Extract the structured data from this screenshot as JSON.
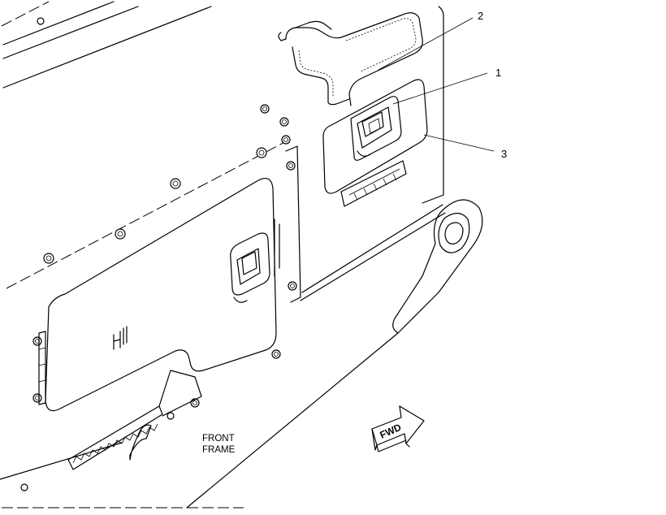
{
  "callouts": [
    {
      "number": "1"
    },
    {
      "number": "2"
    },
    {
      "number": "3"
    }
  ],
  "frame_label": {
    "line1": "FRONT",
    "line2": "FRAME"
  },
  "direction_label": "FWD",
  "colors": {
    "line": "#000000",
    "background": "#ffffff"
  }
}
